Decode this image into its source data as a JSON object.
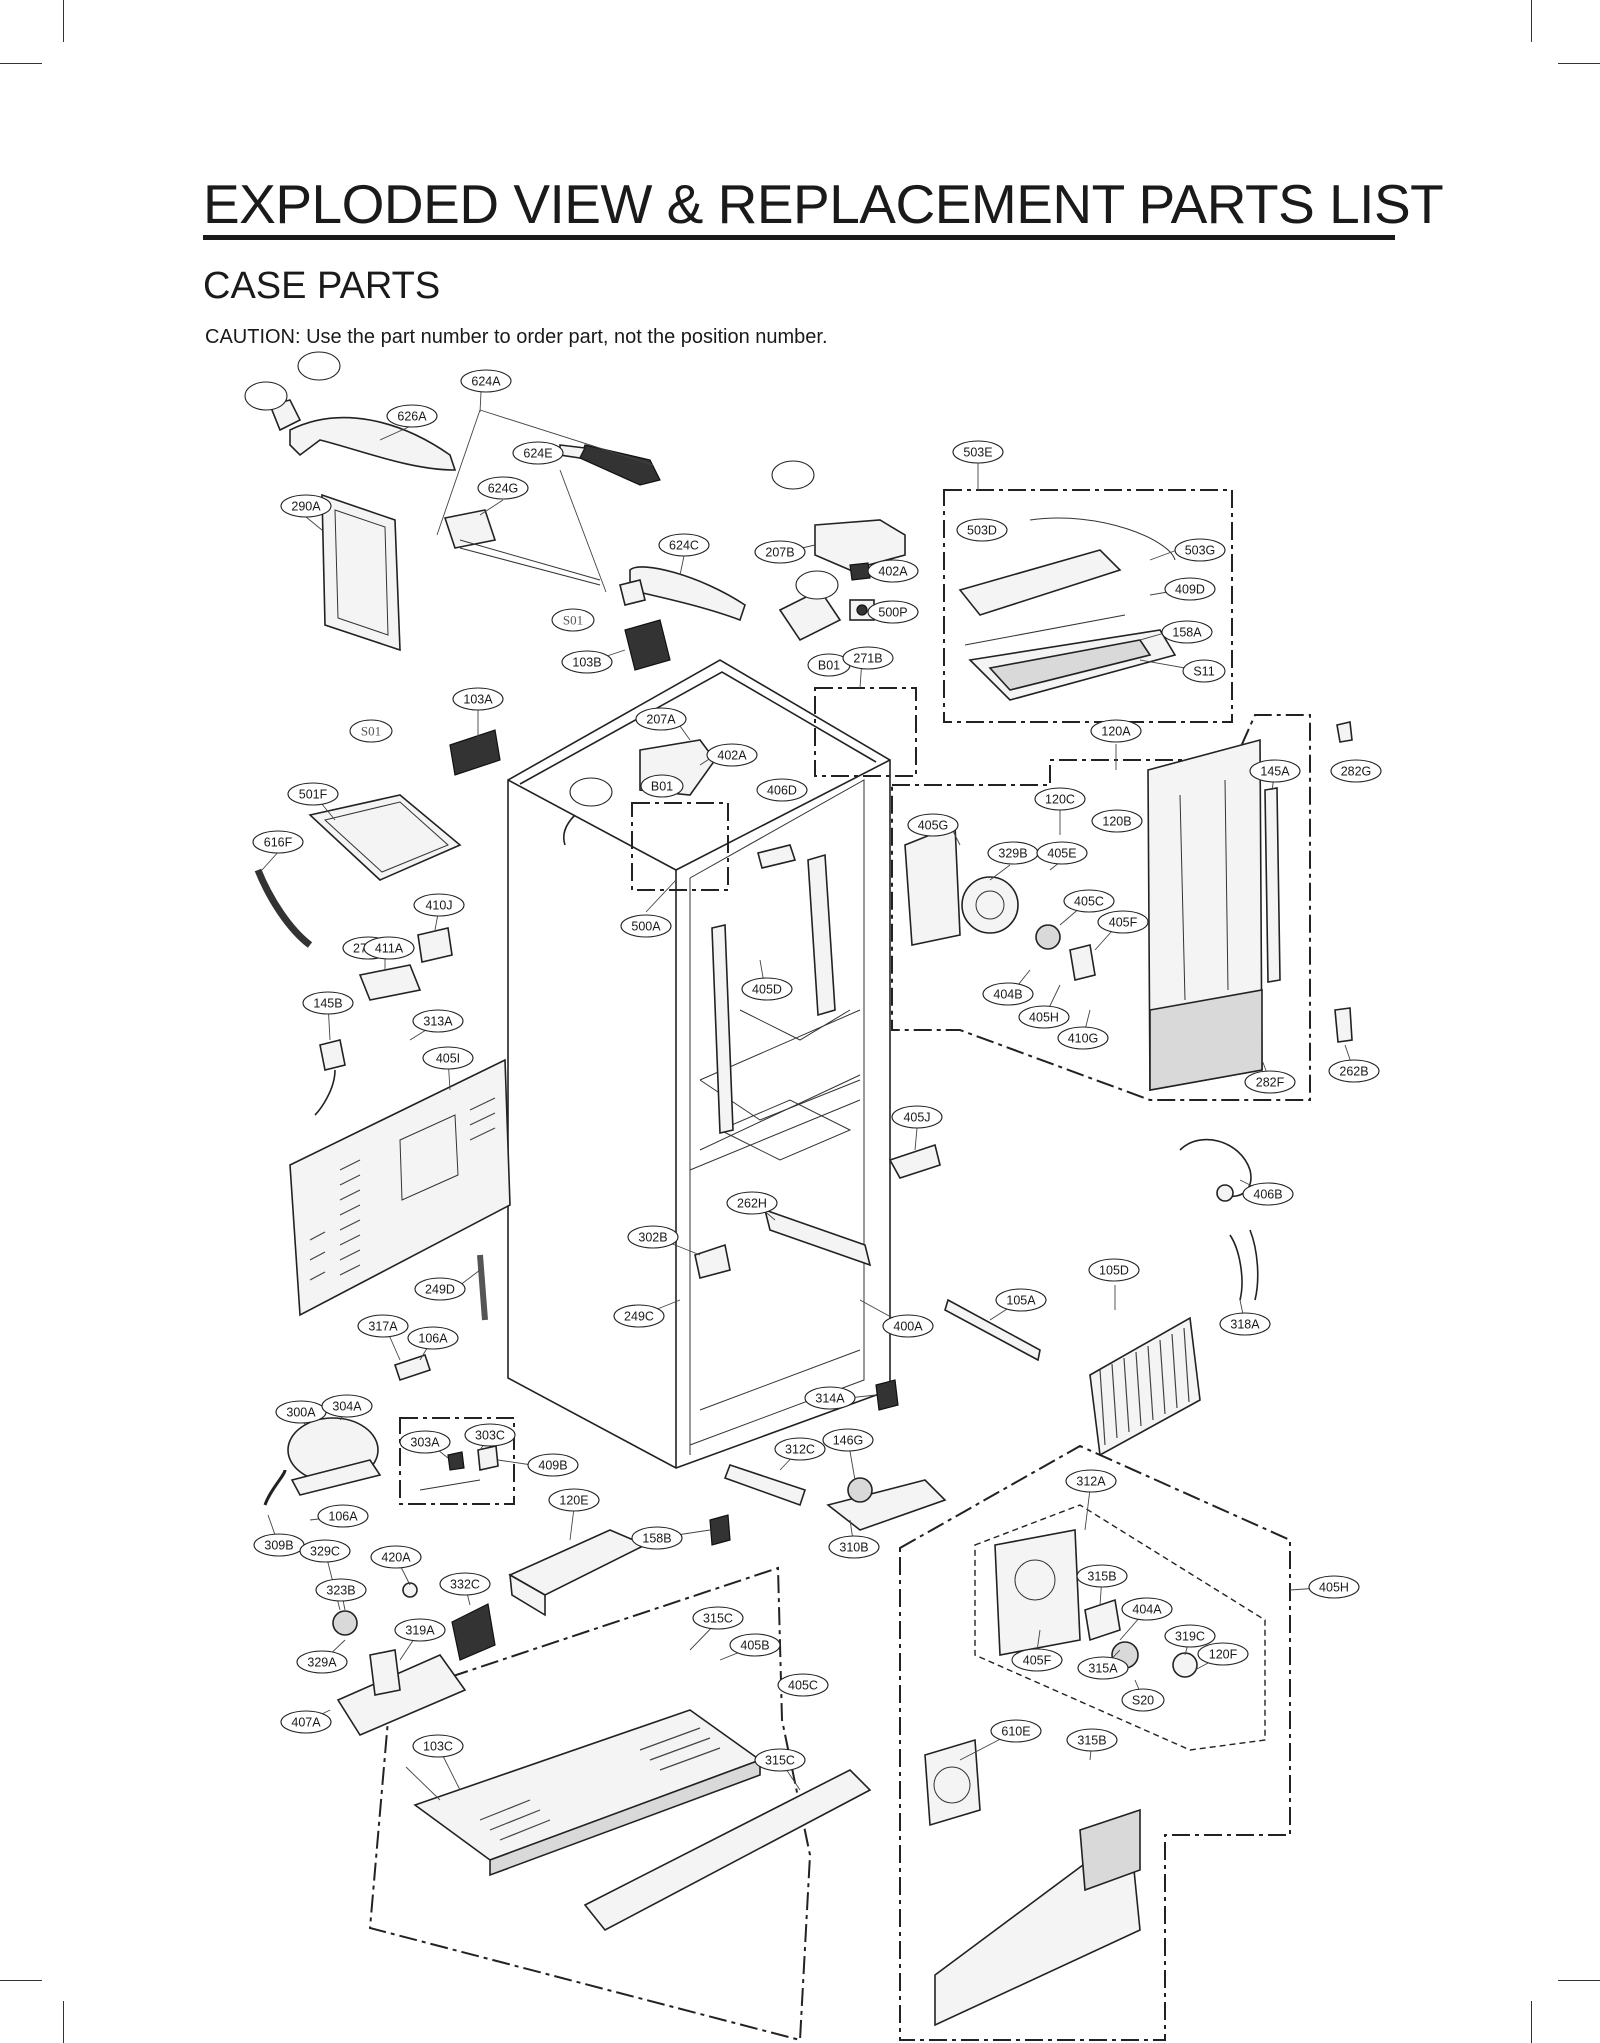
{
  "header": {
    "title": "EXPLODED VIEW & REPLACEMENT PARTS LIST",
    "subtitle": "CASE PARTS",
    "caution": "CAUTION: Use the part number to order part, not the position number."
  },
  "callouts": [
    "624A",
    "626A",
    "624E",
    "624G",
    "290A",
    "624C",
    "207B",
    "402A",
    "500P",
    "503E",
    "503D",
    "503G",
    "409D",
    "158A",
    "S11",
    "S01",
    "103B",
    "B01",
    "271B",
    "103A",
    "207A",
    "402A",
    "B01",
    "S01",
    "120A",
    "282G",
    "145A",
    "406D",
    "120C",
    "120B",
    "405G",
    "329B",
    "405E",
    "501F",
    "616F",
    "405C",
    "405F",
    "410J",
    "271D",
    "500A",
    "411A",
    "145B",
    "405D",
    "404B",
    "405H",
    "410G",
    "313A",
    "405I",
    "282F",
    "262B",
    "405J",
    "406B",
    "262H",
    "302B",
    "105D",
    "105A",
    "249D",
    "249C",
    "400A",
    "318A",
    "317A",
    "106A",
    "314A",
    "300A",
    "304A",
    "303C",
    "303A",
    "409B",
    "146G",
    "312C",
    "120E",
    "312A",
    "106A",
    "158B",
    "310B",
    "309B",
    "329C",
    "420A",
    "323B",
    "332C",
    "405H",
    "315B",
    "319A",
    "315C",
    "404A",
    "405B",
    "319C",
    "329A",
    "120F",
    "405F",
    "315A",
    "405C",
    "S20",
    "407A",
    "610E",
    "315B",
    "103C",
    "315C"
  ],
  "blank_callouts": 5,
  "colors": {
    "ink": "#1a1a1a",
    "paper": "#ffffff",
    "shade": "#d9d9d9"
  }
}
